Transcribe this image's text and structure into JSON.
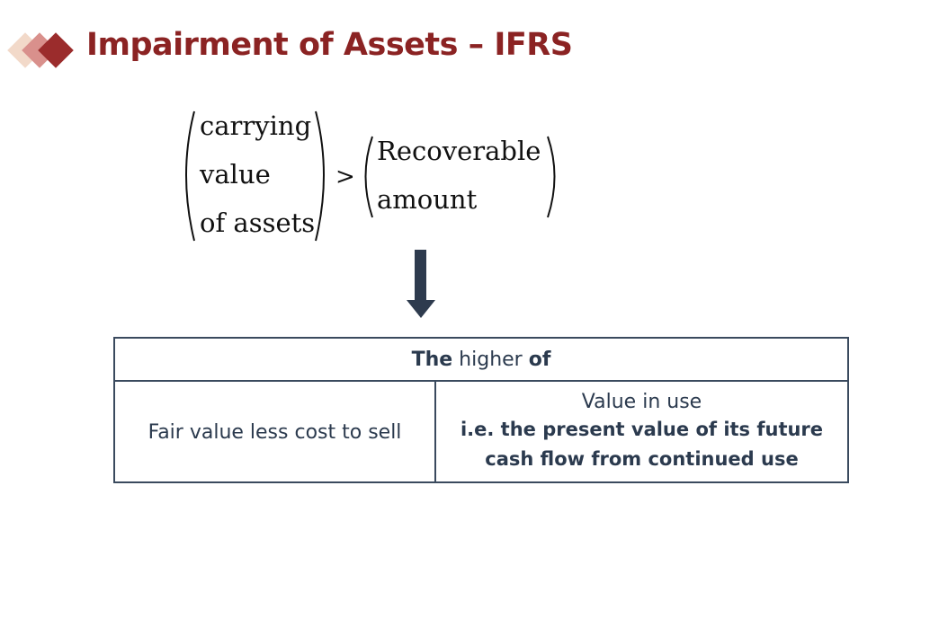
{
  "title": "Impairment of Assets – IFRS",
  "formula": {
    "left_words": [
      "carrying",
      "value",
      "of assets"
    ],
    "operator": ">",
    "right_words": [
      "Recoverable",
      "amount"
    ]
  },
  "table": {
    "header": {
      "bold_1": "The",
      "normal": "higher",
      "bold_2": "of"
    },
    "left_cell": "Fair value less cost to sell",
    "right_cell": {
      "line1": "Value in use",
      "line2": "i.e. the present value of its future",
      "line3": "cash flow from continued use"
    }
  },
  "colors": {
    "title": "#8b2323",
    "table_border": "#3a4a5e",
    "table_text": "#2b3a4e",
    "arrow": "#2e3b4e"
  }
}
